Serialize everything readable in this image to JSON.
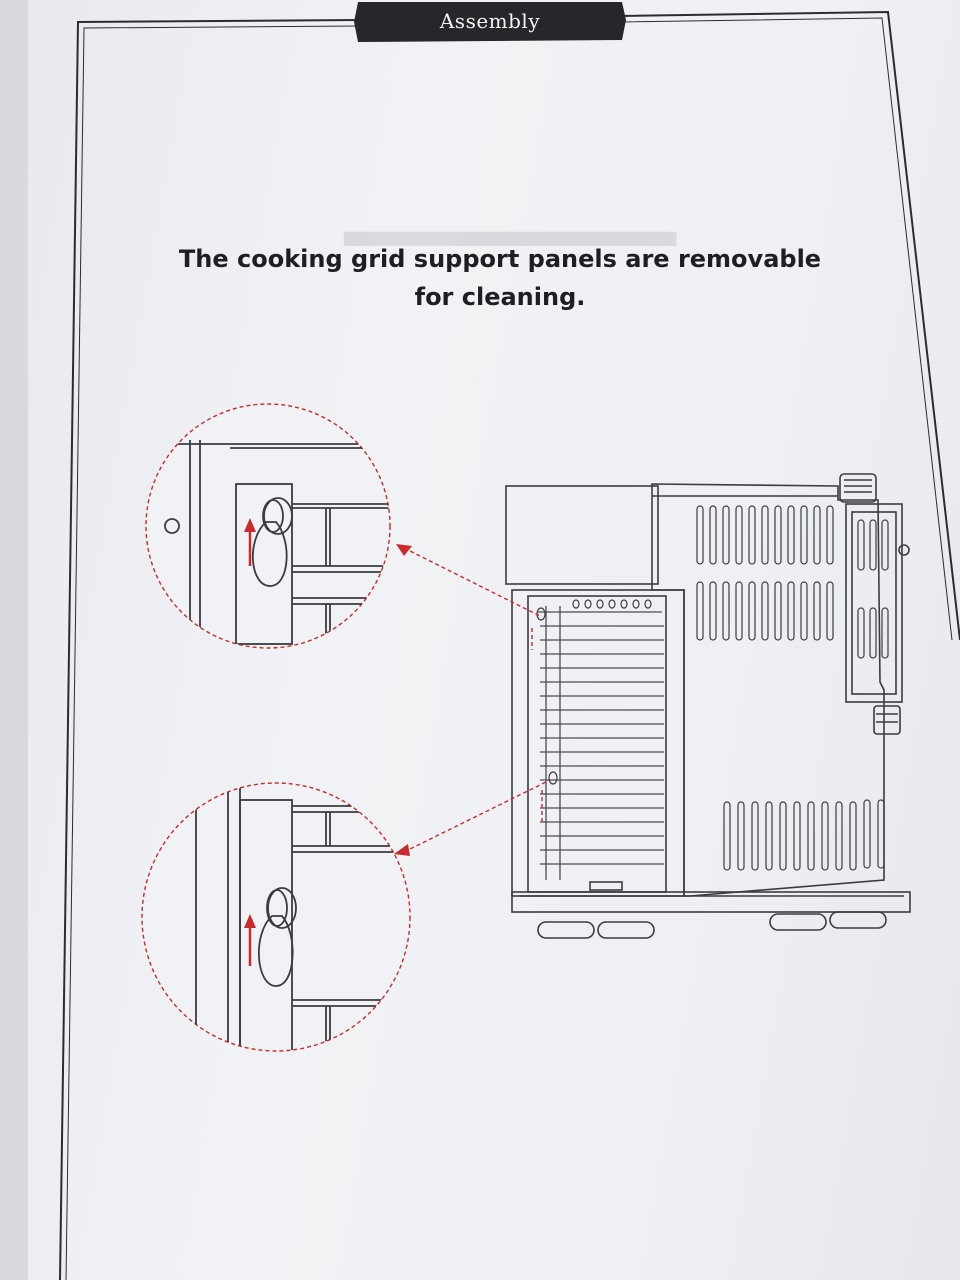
{
  "header": {
    "section_label": "Assembly"
  },
  "page": {
    "title_line1": "The cooking grid support panels are removable",
    "title_line2": "for cleaning."
  },
  "colors": {
    "paper": "#eef0f3",
    "ink": "#1d1f24",
    "accent_red": "#cc2a2a",
    "header_bg": "#25272b"
  },
  "diagram": {
    "description_icons": [
      "detail-magnifier-top",
      "detail-magnifier-bottom",
      "bbq-cabinet-drawing"
    ]
  }
}
